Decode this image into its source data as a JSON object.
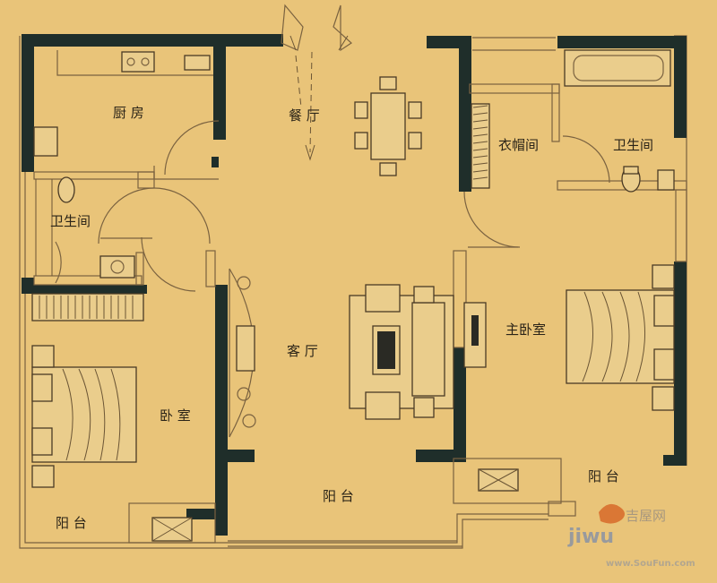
{
  "rooms": {
    "kitchen": "厨 房",
    "dining": "餐 厅",
    "closet": "衣帽间",
    "master_bath": "卫生间",
    "bath": "卫生间",
    "living": "客 厅",
    "master_bedroom": "主卧室",
    "bedroom": "卧 室",
    "balcony_center": "阳 台",
    "balcony_left": "阳 台",
    "balcony_right": "阳 台"
  },
  "watermark": {
    "brand_cn": "吉屋网",
    "brand_en": "jiwu",
    "url": "www.SouFun.com"
  },
  "colors": {
    "paper": "#e9c479",
    "wall": "#1f2e2a"
  }
}
